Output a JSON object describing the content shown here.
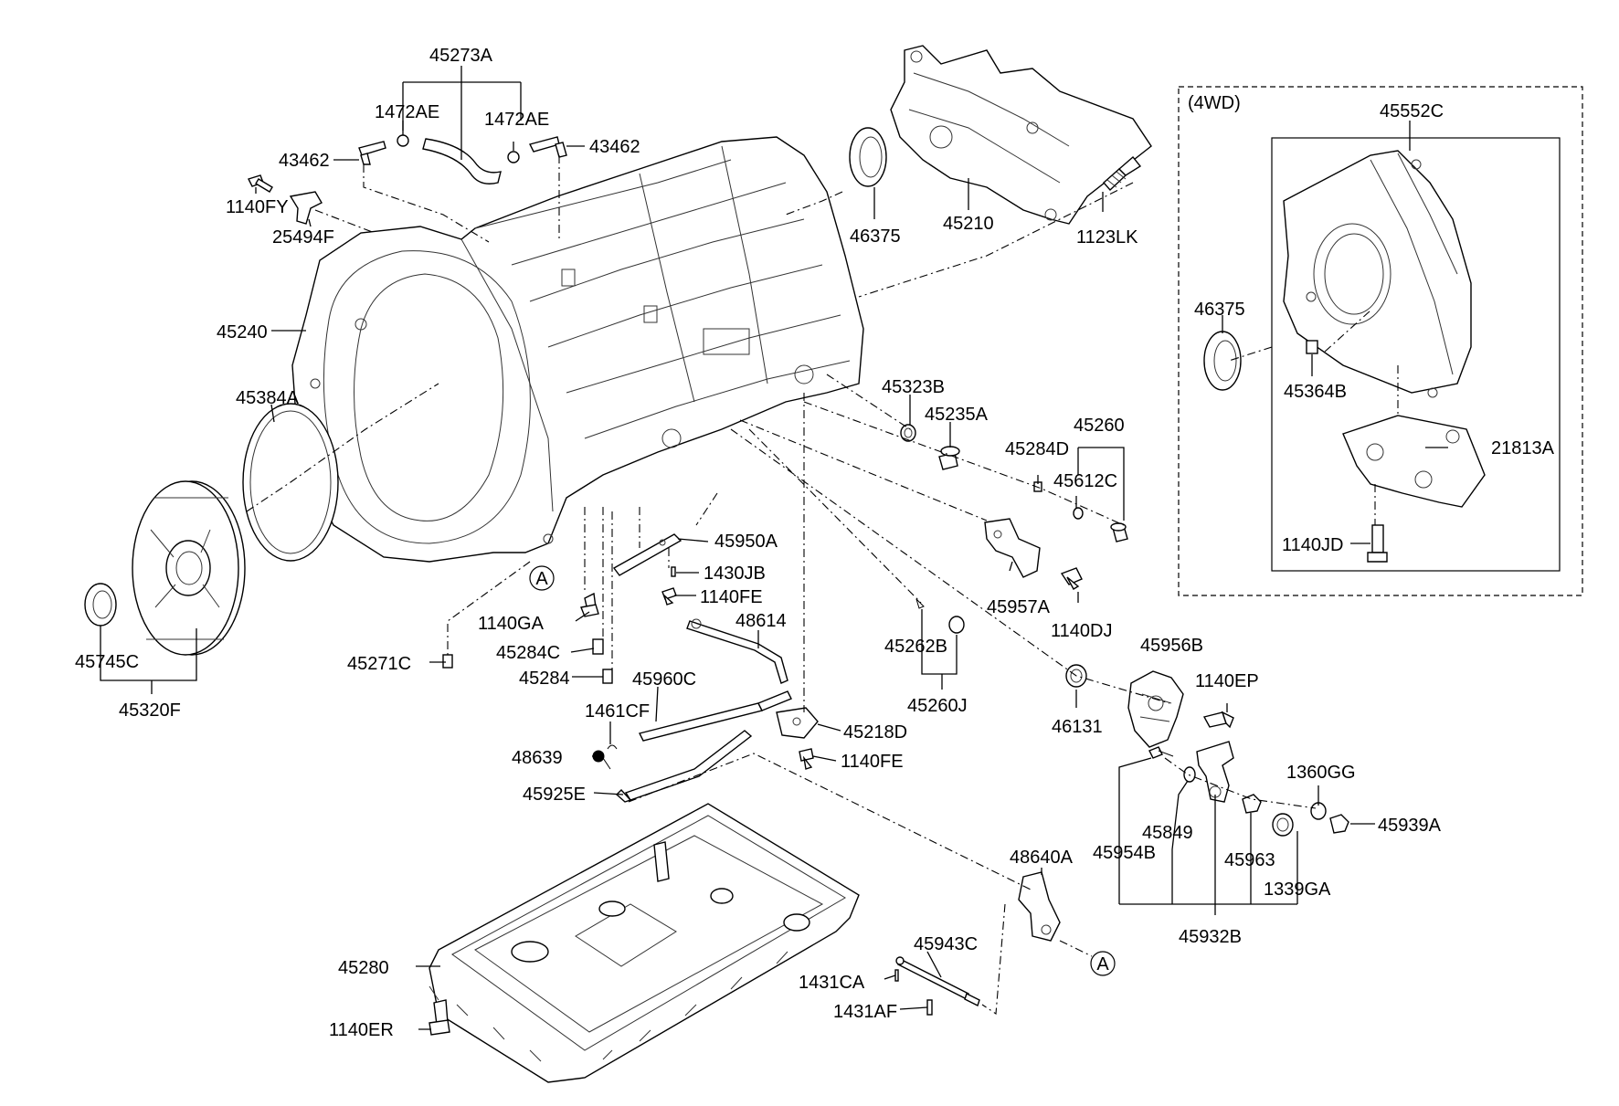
{
  "diagram": {
    "section_4wd_label": "(4WD)",
    "ref_marker": "A",
    "labels": {
      "p45273A": "45273A",
      "p1472AE_left": "1472AE",
      "p1472AE_right": "1472AE",
      "p43462_left": "43462",
      "p43462_right": "43462",
      "p1140FY": "1140FY",
      "p25494F": "25494F",
      "p45240": "45240",
      "p45384A": "45384A",
      "p45745C": "45745C",
      "p45320F": "45320F",
      "p46375_top": "46375",
      "p45210": "45210",
      "p1123LK": "1123LK",
      "p45323B": "45323B",
      "p45235A": "45235A",
      "p45260": "45260",
      "p45284D": "45284D",
      "p45612C": "45612C",
      "p45950A": "45950A",
      "p1430JB": "1430JB",
      "p1140FE_a": "1140FE",
      "p1140GA": "1140GA",
      "p45271C": "45271C",
      "p45284C": "45284C",
      "p45284": "45284",
      "p48614": "48614",
      "p45960C": "45960C",
      "p1461CF": "1461CF",
      "p48639": "48639",
      "p45925E": "45925E",
      "p45218D": "45218D",
      "p1140FE_b": "1140FE",
      "p45957A": "45957A",
      "p1140DJ": "1140DJ",
      "p45262B": "45262B",
      "p45260J": "45260J",
      "p45956B": "45956B",
      "p1140EP": "1140EP",
      "p46131": "46131",
      "p1360GG": "1360GG",
      "p45939A": "45939A",
      "p45849": "45849",
      "p45954B": "45954B",
      "p45963": "45963",
      "p1339GA": "1339GA",
      "p45932B": "45932B",
      "p48640A": "48640A",
      "p45943C": "45943C",
      "p1431CA": "1431CA",
      "p1431AF": "1431AF",
      "p45280": "45280",
      "p1140ER": "1140ER",
      "p45552C": "45552C",
      "p46375_4wd": "46375",
      "p45364B": "45364B",
      "p21813A": "21813A",
      "p1140JD": "1140JD"
    }
  }
}
